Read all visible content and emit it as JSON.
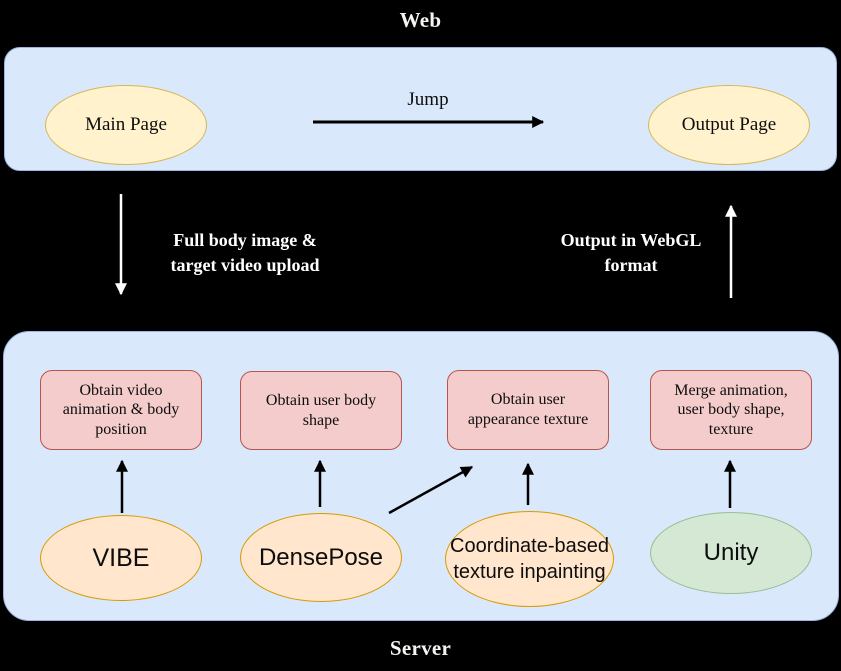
{
  "titles": {
    "web": "Web",
    "server": "Server"
  },
  "web": {
    "main_page": "Main Page",
    "jump": "Jump",
    "output_page": "Output Page"
  },
  "transfers": {
    "upload": {
      "line1": "Full body image &",
      "line2": "target video upload"
    },
    "output": {
      "line1": "Output in WebGL",
      "line2": "format"
    }
  },
  "server": {
    "boxes": [
      {
        "id": "obtain-video-animation-body-position",
        "lines": [
          "Obtain video",
          "animation & body",
          "position"
        ]
      },
      {
        "id": "obtain-user-body-shape",
        "lines": [
          "Obtain user body",
          "shape"
        ]
      },
      {
        "id": "obtain-user-appearance-texture",
        "lines": [
          "Obtain user",
          "appearance texture"
        ]
      },
      {
        "id": "merge-animation-body-shape-texture",
        "lines": [
          "Merge animation,",
          "user body shape,",
          "texture"
        ]
      }
    ],
    "nodes": [
      {
        "id": "vibe",
        "label": "VIBE"
      },
      {
        "id": "densepose",
        "label": "DensePose"
      },
      {
        "id": "coordinate-based-texture-inpainting",
        "lines": [
          "Coordinate-based",
          "texture inpainting"
        ]
      },
      {
        "id": "unity",
        "label": "Unity"
      }
    ]
  },
  "colors": {
    "background": "#000000",
    "container_fill": "#dae8fc",
    "container_stroke": "#9bb7e0",
    "process_fill": "#f4cccc",
    "process_stroke": "#b85450",
    "tool_fill": "#ffe6cc",
    "tool_stroke": "#d79b00",
    "unity_fill": "#d5e8d4",
    "unity_stroke": "#97be95",
    "page_fill": "#fff2cc",
    "page_stroke": "#d6b656",
    "arrow_dark": "#000000",
    "arrow_light": "#ffffff"
  }
}
